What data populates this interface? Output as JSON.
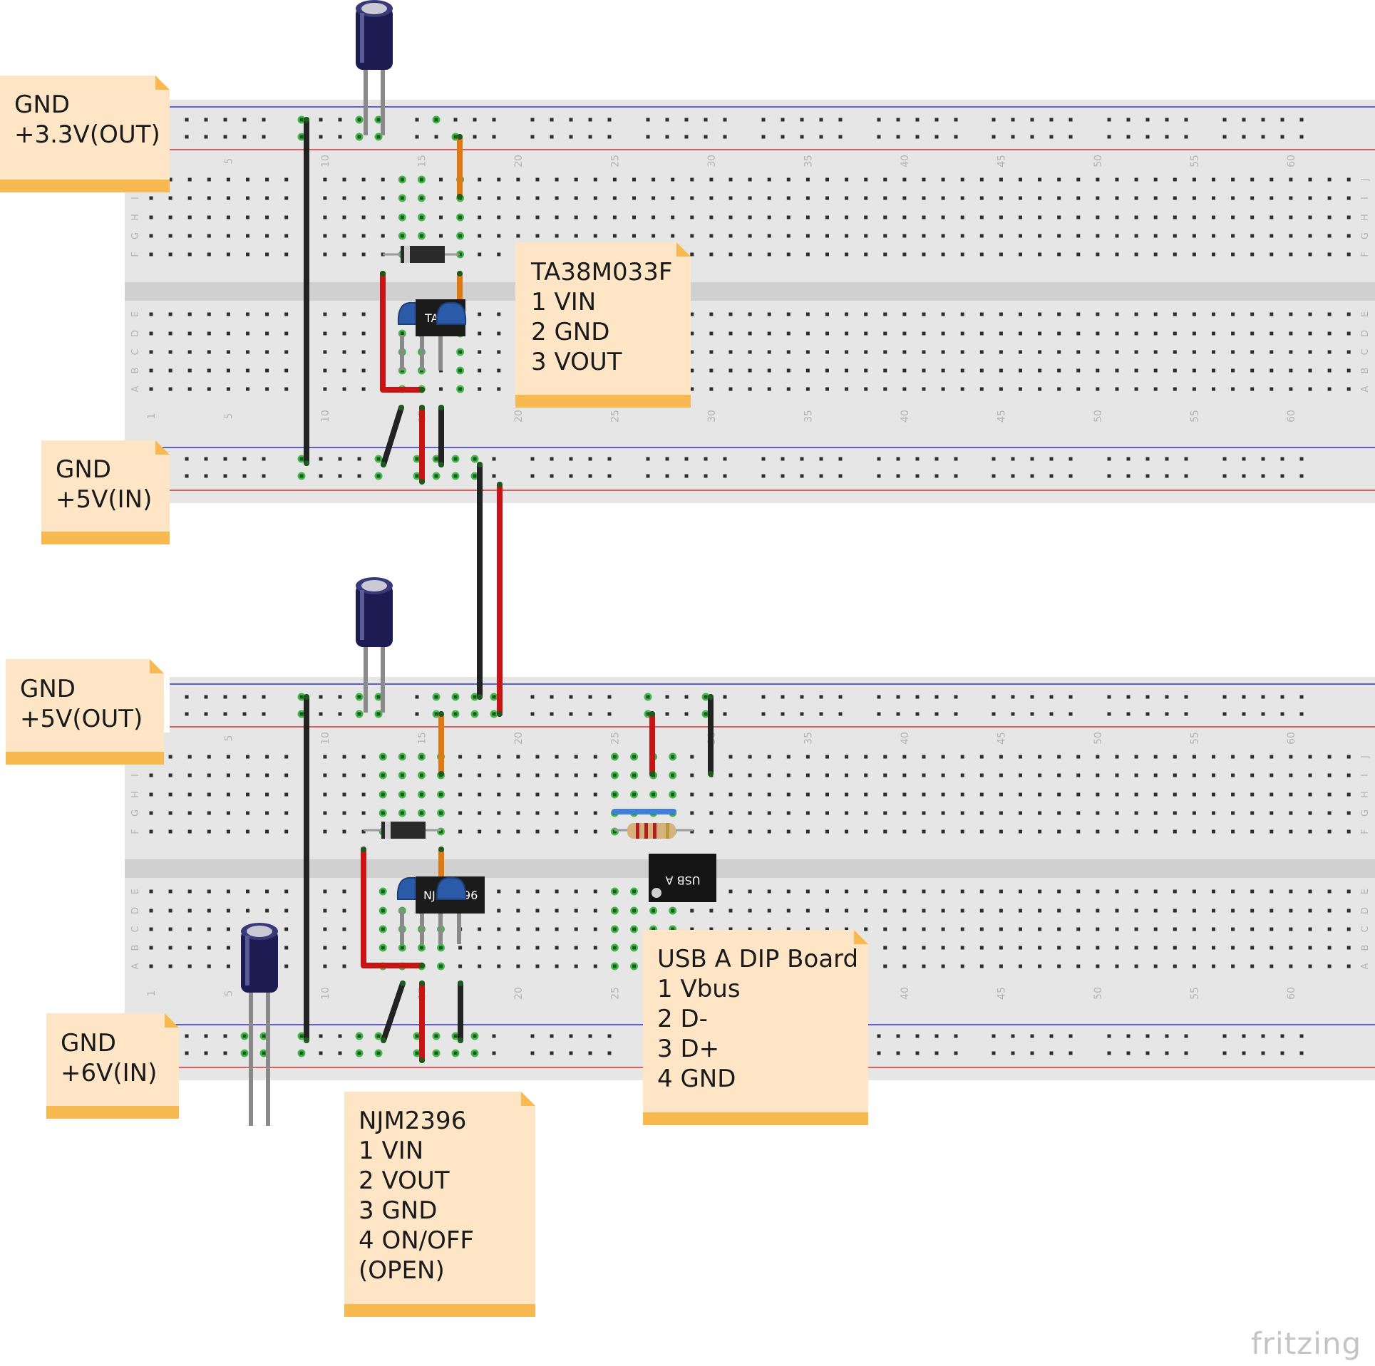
{
  "notes": {
    "top_rail_out": {
      "lines": [
        "GND",
        "+3.3V(OUT)"
      ]
    },
    "top_rail_in": {
      "lines": [
        "GND",
        "+5V(IN)"
      ]
    },
    "regulator_top": {
      "lines": [
        "TA38M033F",
        "1 VIN",
        "2 GND",
        "3 VOUT"
      ]
    },
    "bottom_rail_out": {
      "lines": [
        "GND",
        "+5V(OUT)"
      ]
    },
    "bottom_rail_in": {
      "lines": [
        "GND",
        "+6V(IN)"
      ]
    },
    "usb_board": {
      "lines": [
        "USB A DIP Board",
        "1 Vbus",
        "2 D-",
        "3 D+",
        "4 GND"
      ]
    },
    "regulator_bottom": {
      "lines": [
        "NJM2396",
        "1 VIN",
        "2 VOUT",
        "3 GND",
        "4 ON/OFF",
        "(OPEN)"
      ]
    }
  },
  "breadboard": {
    "column_numbers": [
      "1",
      "5",
      "10",
      "15",
      "20",
      "25",
      "30",
      "35",
      "40",
      "45",
      "50",
      "55",
      "60"
    ],
    "row_letters_top": [
      "J",
      "I",
      "H",
      "G",
      "F"
    ],
    "row_letters_bottom": [
      "E",
      "D",
      "C",
      "B",
      "A"
    ]
  },
  "chips": {
    "top_regulator_label": "TA",
    "bottom_regulator_label_left": "NJ",
    "bottom_regulator_label_right": "96",
    "usb_label": "USB A"
  },
  "brand": "fritzing",
  "colors": {
    "note_fill": "#fde5c6",
    "note_band": "#f7b950",
    "wire_black": "#222222",
    "wire_red": "#c81414",
    "wire_orange": "#e07813",
    "wire_blue": "#3f7fd9",
    "capacitor_body": "#1c1b52",
    "breadboard": "#e6e6e6",
    "rail_red": "#d63030",
    "rail_blue": "#3030d0",
    "hole_active": "#44b84a"
  }
}
